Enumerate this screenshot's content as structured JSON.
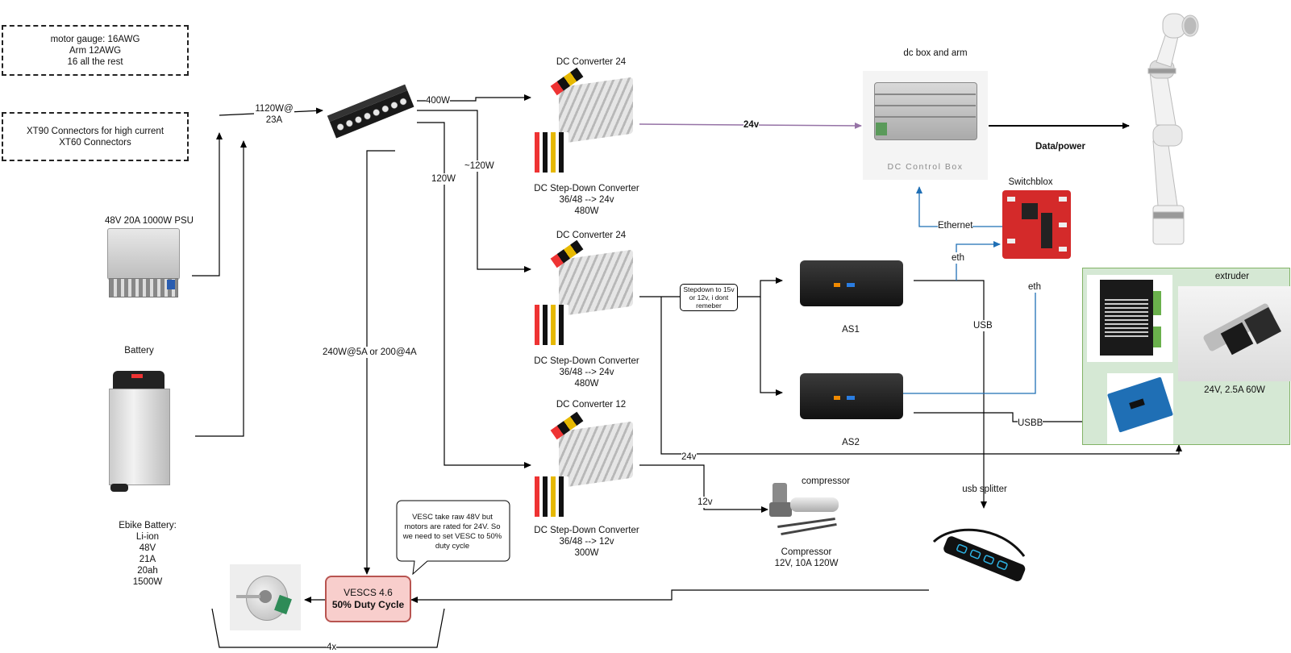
{
  "notes": {
    "gauge": [
      "motor gauge: 16AWG",
      "Arm 12AWG",
      "16 all the rest"
    ],
    "connectors": [
      "XT90 Connectors for high current",
      "XT60 Connectors"
    ]
  },
  "psu": {
    "title": "48V 20A 1000W PSU"
  },
  "battery": {
    "title": "Battery",
    "desc": [
      "Ebike Battery:",
      "Li-ion",
      "48V",
      "21A",
      "20ah",
      "1500W"
    ]
  },
  "bus": {
    "total": [
      "1120W@",
      "23A"
    ]
  },
  "wire_labels": {
    "w400": "400W",
    "w120a": "~120W",
    "w120": "120W",
    "vesc_feed": "240W@5A or 200@4A",
    "v24": "24v",
    "data_power": "Data/power",
    "ethernet": "Ethernet",
    "eth1": "eth",
    "eth2": "eth",
    "usb": "USB",
    "usbb": "USBB",
    "v24b": "24v",
    "v12": "12v",
    "x4": "4x"
  },
  "converters": [
    {
      "title": "DC Converter 24",
      "desc": [
        "DC Step-Down Converter",
        "36/48 --> 24v",
        "480W"
      ]
    },
    {
      "title": "DC Converter 24",
      "desc": [
        "DC Step-Down Converter",
        "36/48 --> 24v",
        "480W"
      ]
    },
    {
      "title": "DC Converter 12",
      "desc": [
        "DC Step-Down Converter",
        "36/48 --> 12v",
        "300W"
      ]
    }
  ],
  "stepdown": [
    "Stepdown to 15v",
    "or 12v, i dont",
    "remeber"
  ],
  "dcbox": {
    "title": "dc box and arm",
    "caption": "DC Control Box"
  },
  "switchblox": {
    "title": "Switchblox"
  },
  "pcs": {
    "as1": "AS1",
    "as2": "AS2"
  },
  "extruder": {
    "title": "extruder",
    "spec": "24V, 2.5A 60W"
  },
  "compressor": {
    "title": "compressor",
    "desc": [
      "Compressor",
      "12V, 10A 120W"
    ]
  },
  "usb_splitter": {
    "title": "usb splitter"
  },
  "vesc": {
    "line1": "VESCS 4.6",
    "line2": "50% Duty Cycle"
  },
  "callout": [
    "VESC take raw 48V but",
    "motors are rated for 24V. So",
    "we need to set VESC to 50%",
    "duty cycle"
  ],
  "colors": {
    "wire": "#000000",
    "purple": "#9673a6",
    "blue": "#1f6fb5",
    "vesc_fill": "#f8cecc",
    "vesc_stroke": "#b85450",
    "extruder_bg": "#d5e8d4",
    "extruder_border": "#82b366"
  }
}
